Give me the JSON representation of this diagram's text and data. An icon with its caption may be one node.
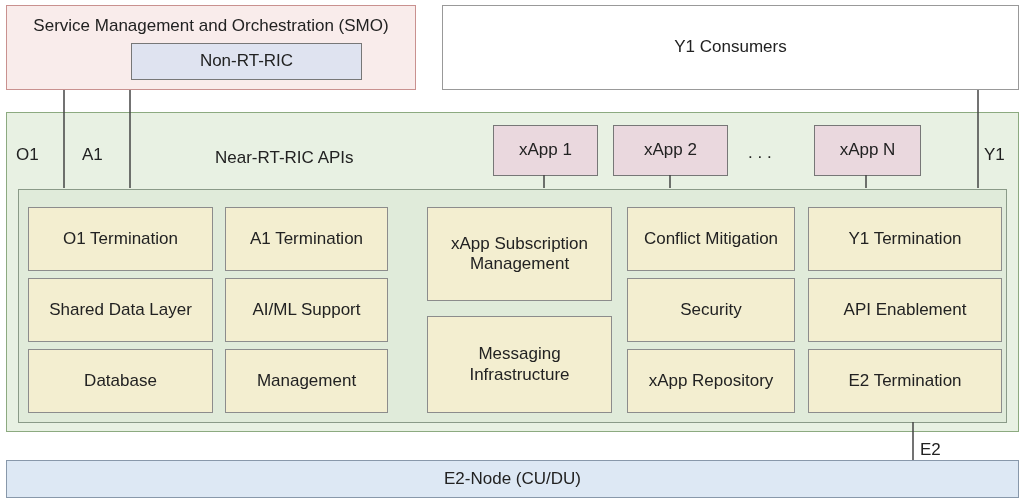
{
  "diagram": {
    "nodes": [
      {
        "text": [
          "Service Management and Orchestration (SMO)"
        ]
      },
      {
        "text": [
          "Non-RT-RIC"
        ],
        "in": 0
      },
      {
        "text": [
          "Y1 Consumers"
        ]
      },
      {
        "text": [
          "Near-RT-RIC APIs"
        ]
      },
      {
        "text": [
          "xApp 1"
        ],
        "in": 3
      },
      {
        "text": [
          "xApp 2"
        ],
        "in": 3
      },
      {
        "text": [
          "xApp N"
        ],
        "in": 3
      },
      {
        "text": [],
        "shape": "box",
        "in": 3
      },
      {
        "text": [
          "O1 Termination"
        ],
        "in": 7
      },
      {
        "text": [
          "A1 Termination"
        ],
        "in": 7
      },
      {
        "text": [
          "xApp Subscription Management"
        ],
        "in": 7
      },
      {
        "text": [
          "Conflict Mitigation"
        ],
        "in": 7
      },
      {
        "text": [
          "Y1 Termination"
        ],
        "in": 7
      },
      {
        "text": [
          "Shared Data Layer"
        ],
        "in": 7
      },
      {
        "text": [
          "AI/ML Support"
        ],
        "in": 7
      },
      {
        "text": [
          "Security"
        ],
        "in": 7
      },
      {
        "text": [
          "API Enablement"
        ],
        "in": 7
      },
      {
        "text": [
          "Database"
        ],
        "in": 7
      },
      {
        "text": [
          "Management"
        ],
        "in": 7
      },
      {
        "text": [
          "Messaging Infrastructure"
        ],
        "in": 7
      },
      {
        "text": [
          "xApp Repository"
        ],
        "in": 7
      },
      {
        "text": [
          "E2 Termination"
        ],
        "in": 7
      },
      {
        "text": [
          "E2-Node (CU/DU)"
        ]
      }
    ],
    "edges": [
      {
        "from": 0,
        "to": 7,
        "arrow": "none",
        "label": "O1"
      },
      {
        "from": 0,
        "to": 7,
        "arrow": "none",
        "label": "A1"
      },
      {
        "from": 4,
        "to": 7,
        "arrow": "none"
      },
      {
        "from": 5,
        "to": 7,
        "arrow": "none"
      },
      {
        "from": 6,
        "to": 7,
        "arrow": "none"
      },
      {
        "from": 2,
        "to": 7,
        "arrow": "none",
        "label": "Y1"
      },
      {
        "from": 7,
        "to": 22,
        "arrow": "none",
        "label": "E2"
      }
    ],
    "labels": [
      ". . ."
    ]
  }
}
